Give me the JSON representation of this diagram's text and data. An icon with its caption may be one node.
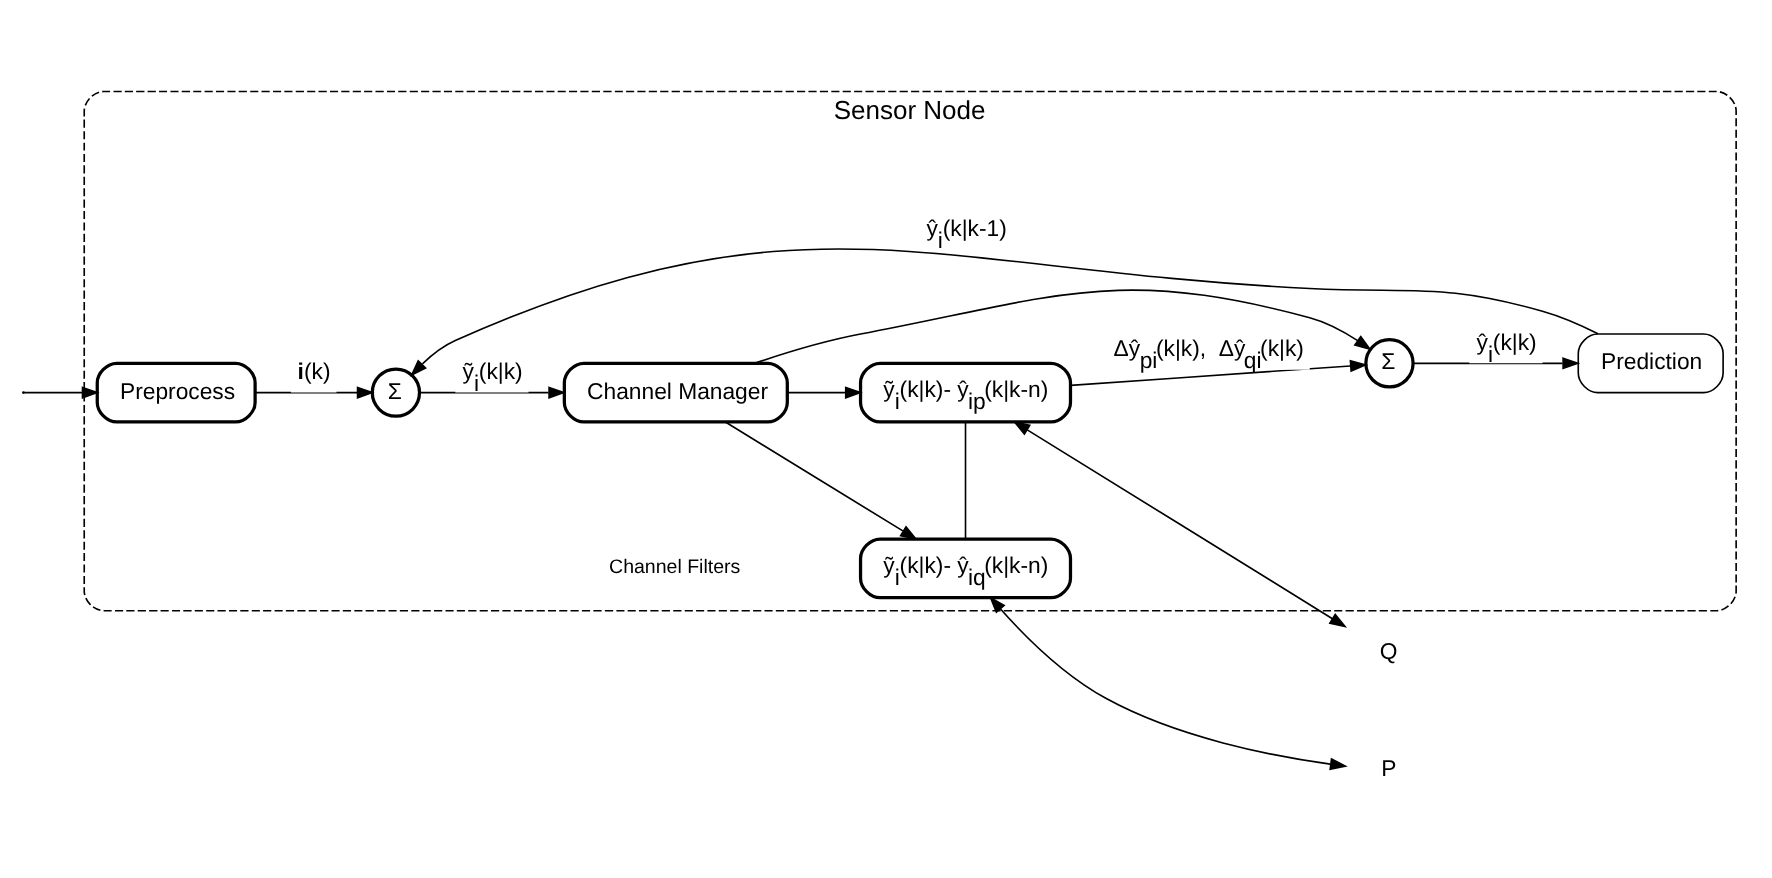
{
  "diagram": {
    "nodes": [
      {
        "text": [
          "Sensor Node"
        ]
      },
      {
        "text": [
          "Preprocess"
        ],
        "in": 0
      },
      {
        "text": [
          "Σ"
        ],
        "in": 0
      },
      {
        "text": [
          "Channel Manager"
        ],
        "in": 0
      },
      {
        "text": [
          "ỹ$_{i}$(k|k)- ŷ$_{iq}$(k|k-n)"
        ],
        "in": 0
      },
      {
        "text": [
          "ỹ$_{i}$(k|k)- ŷ$_{ip}$(k|k-n)"
        ],
        "in": 0
      },
      {
        "text": [
          "Σ"
        ],
        "in": 0
      },
      {
        "text": [
          "Prediction"
        ],
        "in": 0
      },
      {
        "text": [
          "P"
        ]
      },
      {
        "text": [
          "Q"
        ]
      }
    ],
    "edges": [
      {
        "from": null,
        "to": 1,
        "arrow": "to"
      },
      {
        "from": 1,
        "to": 2,
        "arrow": "to",
        "label": "**i**(k)"
      },
      {
        "from": 2,
        "to": 3,
        "arrow": "to",
        "label": "ỹ$_{i}$(k|k)"
      },
      {
        "from": 3,
        "to": 4,
        "arrow": "to"
      },
      {
        "from": 3,
        "to": 5,
        "arrow": "to"
      },
      {
        "from": 4,
        "to": 5,
        "arrow": "none"
      },
      {
        "from": 4,
        "to": 8,
        "arrow": "both"
      },
      {
        "from": 5,
        "to": 9,
        "arrow": "both"
      },
      {
        "from": 3,
        "to": 6,
        "arrow": "to"
      },
      {
        "from": 5,
        "to": 6,
        "arrow": "to",
        "label": "Δŷ$_{pi}$(k|k),  Δŷ$_{qi}$(k|k)"
      },
      {
        "from": 6,
        "to": 7,
        "arrow": "to",
        "label": "ŷ$_{i}$(k|k)"
      },
      {
        "from": 7,
        "to": 2,
        "arrow": "to",
        "label": "ŷ$_{i}$(k|k-1)"
      }
    ],
    "labels": [
      "Channel Filters"
    ]
  }
}
